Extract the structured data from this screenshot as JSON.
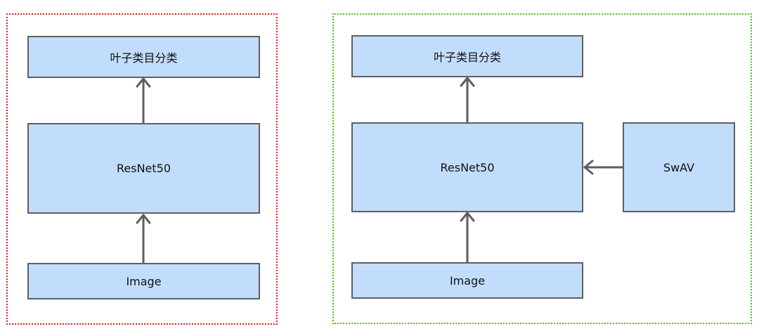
{
  "colors": {
    "left_frame_border": "#e01e1e",
    "right_frame_border": "#4cc121",
    "node_fill": "#c2ddfb",
    "node_border": "#5f5f5f",
    "arrow": "#5f5f5f"
  },
  "left_panel": {
    "top_label": "叶子类目分类",
    "middle_label": "ResNet50",
    "bottom_label": "Image"
  },
  "right_panel": {
    "top_label": "叶子类目分类",
    "middle_label": "ResNet50",
    "bottom_label": "Image",
    "side_label": "SwAV"
  }
}
